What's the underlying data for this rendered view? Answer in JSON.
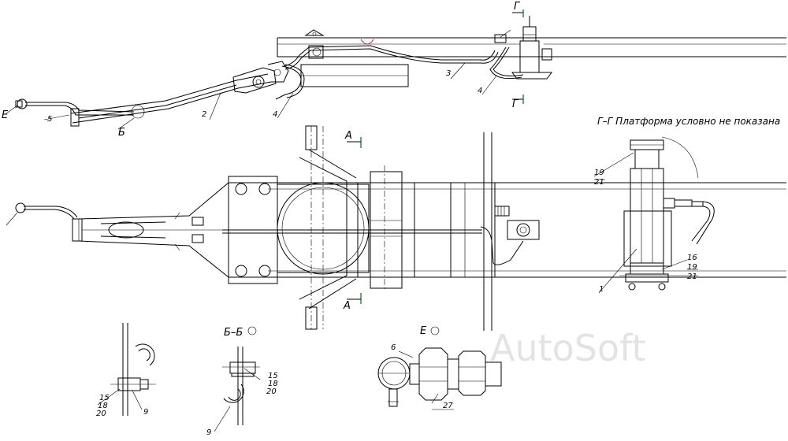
{
  "section_gg_title": "Г–Г  Платформа условно не показана",
  "watermark": "AutoSoft",
  "view_b_title": "Б–Б",
  "view_e_title": "Е",
  "cut_g_top": "Г",
  "cut_g_bottom": "Г",
  "cut_a_top": "А",
  "cut_a_bottom": "А",
  "callout_e": "Е",
  "callout_b": "Б",
  "labels_side": {
    "l5": "5",
    "l2": "2",
    "l4a": "4",
    "l3": "3",
    "l4b": "4"
  },
  "labels_gg": {
    "l19": "19",
    "l21a": "21",
    "l16": "16",
    "l19b": "19",
    "l21b": "21",
    "l1": "1"
  },
  "labels_clamp_left": {
    "l15": "15",
    "l18": "18",
    "l20": "20",
    "l9": "9"
  },
  "labels_clamp_b": {
    "l15": "15",
    "l18": "18",
    "l20": "20",
    "l9": "9"
  },
  "labels_view_e": {
    "l6": "6",
    "l27": "27"
  }
}
